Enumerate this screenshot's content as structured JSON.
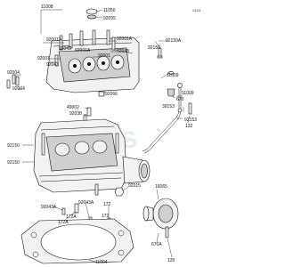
{
  "labels": {
    "l11008": "11008",
    "l11050": "11050",
    "l92055": "92055",
    "l92001a_1": "92001A",
    "l92001a_2": "92001A",
    "l92043_1": "92043",
    "l92043_2": "92043",
    "l92001_1": "92001",
    "l92001_2": "92001",
    "l92001a_3": "92001A",
    "l92150a": "92150A",
    "l92150": "92150",
    "l92043_3": "92043",
    "l92004": "92004",
    "l92004_2": "92004",
    "l92066": "92066",
    "l11009": "11009",
    "l11009_2": "11009",
    "l670": "670",
    "l39153": "39153",
    "l92153": "92153",
    "l132": "132",
    "l49002": "49002",
    "l92038": "92038",
    "l92150_b": "92150",
    "l92150_c": "92150",
    "l92015": "92015",
    "l16065": "16065",
    "l92043a": "92043A",
    "l172a_1": "172A",
    "l172a_2": "172A",
    "l92043a_2": "92043A",
    "l172": "172",
    "l172_2": "172",
    "l670a": "670A",
    "l120": "120",
    "l11004": "11004",
    "code": "U1111",
    "watermark": "CMS"
  }
}
